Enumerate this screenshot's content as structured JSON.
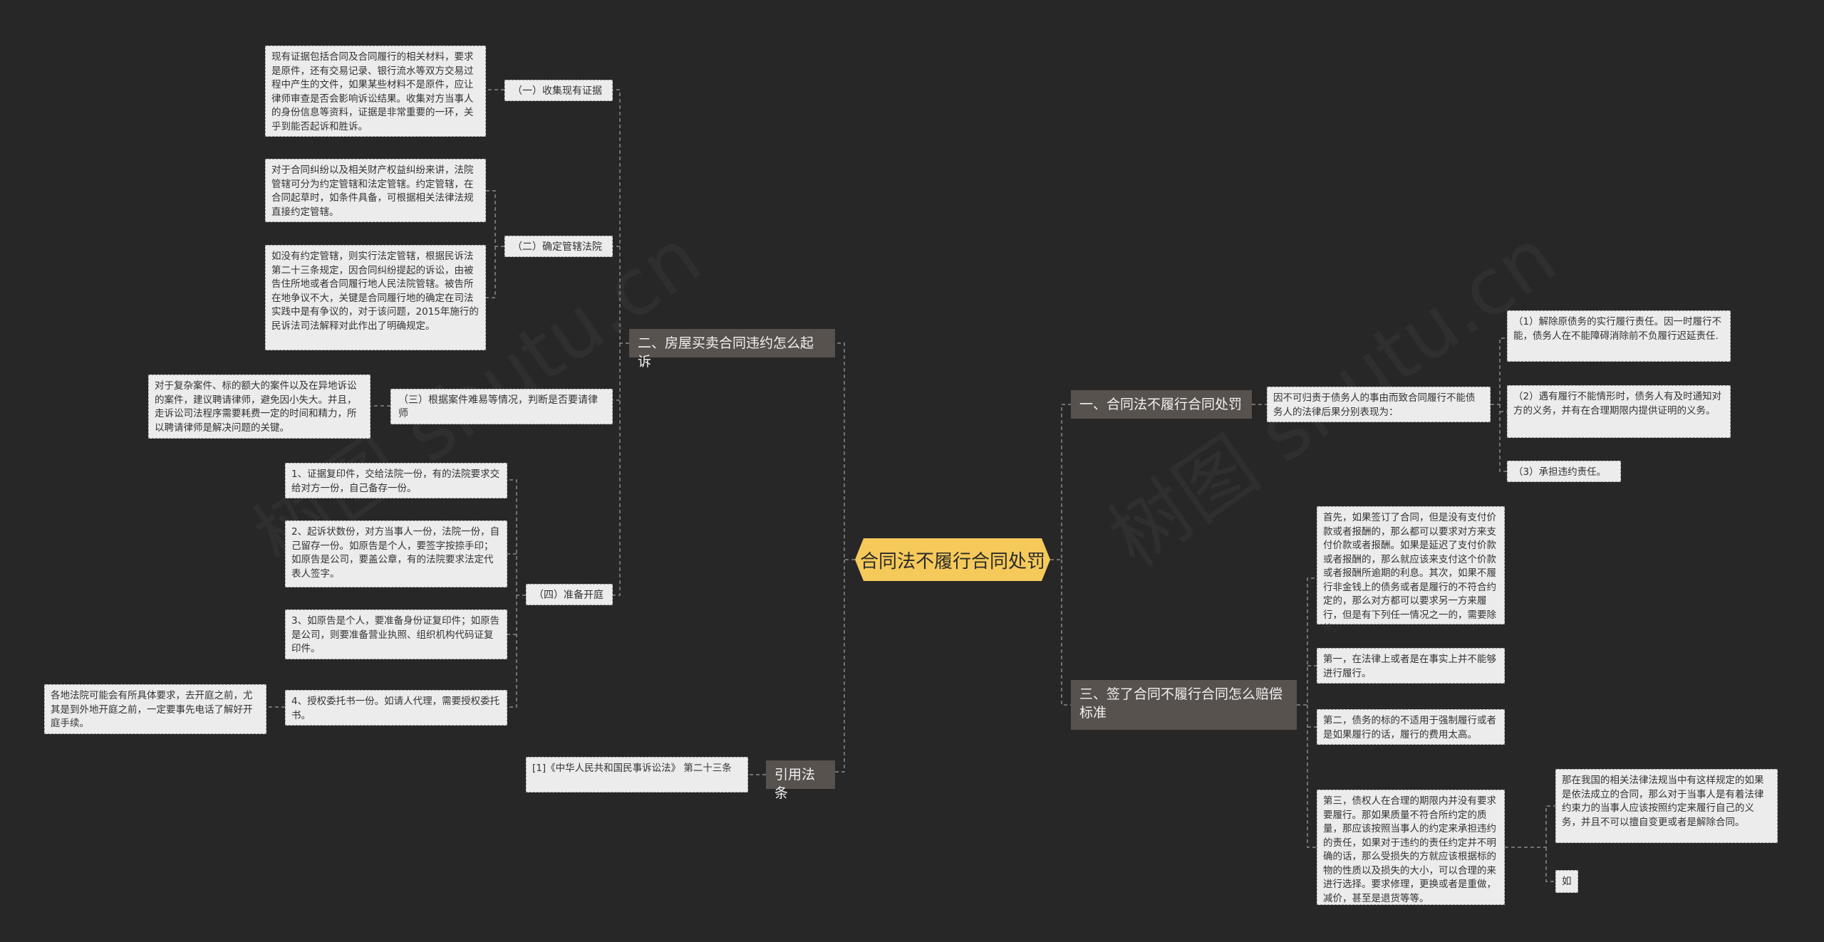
{
  "root": "合同法不履行合同处罚",
  "watermark": "树图 shutu.cn",
  "branches": {
    "b2": "二、房屋买卖合同违约怎么起诉",
    "cite": "引用法条",
    "b1": "一、合同法不履行合同处罚",
    "b3": "三、签了合同不履行合同怎么赔偿标准"
  },
  "left": {
    "s1": "（一）收集现有证据",
    "s1_t1": "现有证据包括合同及合同履行的相关材料，要求是原件，还有交易记录、银行流水等双方交易过程中产生的文件，如果某些材料不是原件，应让律师审查是否会影响诉讼结果。收集对方当事人的身份信息等资料，证据是非常重要的一环，关乎到能否起诉和胜诉。",
    "s2": "（二）确定管辖法院",
    "s2_t1": "对于合同纠纷以及相关财产权益纠纷来讲，法院管辖可分为约定管辖和法定管辖。约定管辖，在合同起草时，如条件具备，可根据相关法律法规直接约定管辖。",
    "s2_t2": "如没有约定管辖，则实行法定管辖，根据民诉法第二十三条规定，因合同纠纷提起的诉讼，由被告住所地或者合同履行地人民法院管辖。被告所在地争议不大，关键是合同履行地的确定在司法实践中是有争议的，对于该问题，2015年施行的民诉法司法解释对此作出了明确规定。",
    "s3": "（三）根据案件难易等情况，判断是否要请律师",
    "s3_t1": "对于复杂案件、标的额大的案件以及在异地诉讼的案件，建议聘请律师，避免因小失大。并且，走诉讼司法程序需要耗费一定的时间和精力，所以聘请律师是解决问题的关键。",
    "s4": "（四）准备开庭",
    "s4_t1": "1、证据复印件，交给法院一份，有的法院要求交给对方一份，自己备存一份。",
    "s4_t2": "2、起诉状数份，对方当事人一份，法院一份，自己留存一份。如原告是个人，要签字按捺手印；如原告是公司，要盖公章，有的法院要求法定代表人签字。",
    "s4_t3": "3、如原告是个人，要准备身份证复印件；如原告是公司，则要准备营业执照、组织机构代码证复印件。",
    "s4_t4": "4、授权委托书一份。如请人代理，需要授权委托书。",
    "s4_t4_note": "各地法院可能会有所具体要求，去开庭之前，尤其是到外地开庭之前，一定要事先电话了解好开庭手续。",
    "cite_t1": "[1]《中华人民共和国民事诉讼法》 第二十三条"
  },
  "right": {
    "b1_intro": "因不可归责于债务人的事由而致合同履行不能债务人的法律后果分别表现为：",
    "b1_t1": "（1）解除原债务的实行履行责任。因一时履行不能，债务人在不能障碍消除前不负履行迟延责任.",
    "b1_t2": "（2）遇有履行不能情形时，债务人有及时通知对方的义务，并有在合理期限内提供证明的义务。",
    "b1_t3": "（3）承担违约责任。",
    "b3_t1": "首先，如果签订了合同，但是没有支付价款或者报酬的，那么都可以要求对方来支付价款或者报酬。如果是延迟了支付价款或者报酬的，那么就应该来支付这个价款或者报酬所逾期的利息。其次，如果不履行非金钱上的债务或者是履行的不符合约定的，那么对方都可以要求另一方来履行，但是有下列任一情况之一的，需要除外。",
    "b3_t2": "第一，在法律上或者是在事实上并不能够进行履行。",
    "b3_t3": "第二，债务的标的不适用于强制履行或者是如果履行的话，履行的费用太高。",
    "b3_t4": "第三，债权人在合理的期限内并没有要求要履行。那如果质量不符合所约定的质量，那应该按照当事人的约定来承担违约的责任，如果对于违约的责任约定并不明确的话，那么受损失的方就应该根据标的物的性质以及损失的大小，可以合理的来进行选择。要求修理，更换或者是重做，减价，甚至是退货等等。",
    "b3_t4_a": "那在我国的相关法律法规当中有这样规定的如果是依法成立的合同，那么对于当事人是有着法律约束力的当事人应该按照约定来履行自己的义务，并且不可以擅自变更或者是解除合同。",
    "b3_t4_b": "如"
  },
  "colors": {
    "background": "#272727",
    "root": "#f6ca5a",
    "branch": "#57524e",
    "leaf": "#ececec",
    "line": "#8a8a8a"
  }
}
